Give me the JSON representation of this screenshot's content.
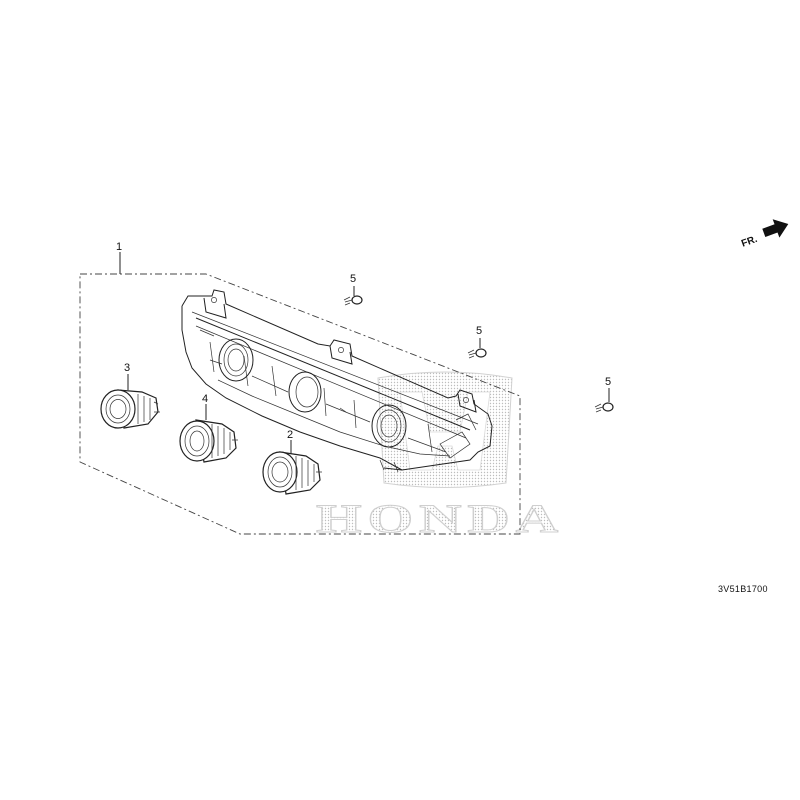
{
  "callouts": {
    "panel": "1",
    "knob_right": "2",
    "knob_left": "3",
    "knob_middle": "4",
    "screw_a": "5",
    "screw_b": "5",
    "screw_c": "5"
  },
  "direction_label": "FR.",
  "diagram_code": "3V51B1700",
  "watermark": "HONDA",
  "colors": {
    "line": "#222222",
    "watermark": "#cfcfcf",
    "background": "#ffffff"
  }
}
